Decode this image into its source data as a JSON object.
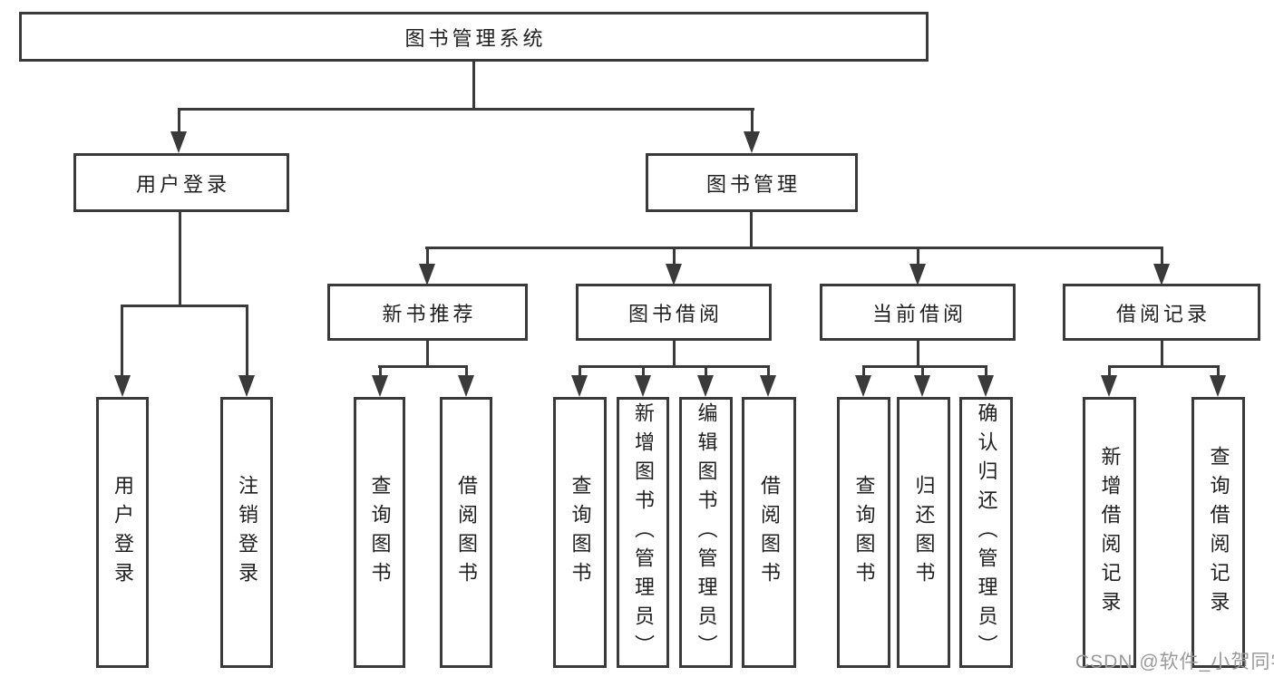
{
  "diagram": {
    "title": "图书管理系统",
    "nodes": {
      "root": {
        "label": "图书管理系统"
      },
      "user_login": {
        "label": "用户登录",
        "children": [
          "用户登录",
          "注销登录"
        ]
      },
      "book_management": {
        "label": "图书管理"
      },
      "new_book_recommendation": {
        "label": "新书推荐",
        "children": [
          "查询图书",
          "借阅图书"
        ]
      },
      "book_borrowing": {
        "label": "图书借阅",
        "children": [
          "查询图书",
          "新增图书（管理员）",
          "编辑图书（管理员）",
          "借阅图书"
        ]
      },
      "current_borrowing": {
        "label": "当前借阅",
        "children": [
          "查询图书",
          "归还图书",
          "确认归还（管理员）"
        ]
      },
      "borrowing_records": {
        "label": "借阅记录",
        "children": [
          "新增借阅记录",
          "查询借阅记录"
        ]
      }
    },
    "watermark": "CSDN @软件_小贺同学",
    "colors": {
      "line": "#3a3a3a",
      "text": "#1f1f1f",
      "watermark": "#9a9a9a",
      "background": "#ffffff"
    }
  }
}
